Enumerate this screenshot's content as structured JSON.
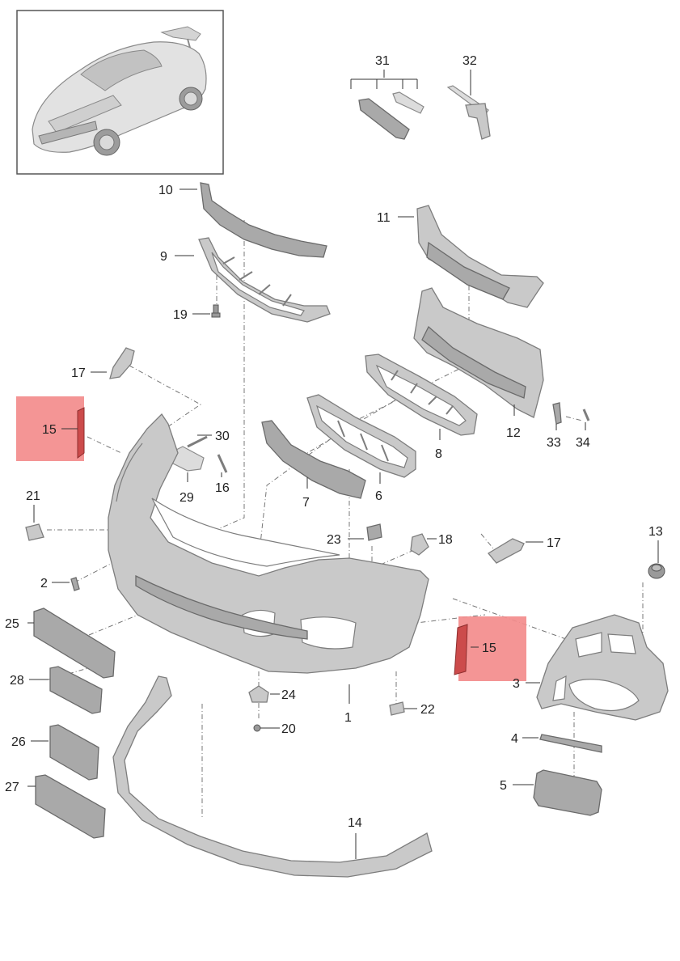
{
  "diagram": {
    "callouts": {
      "c1": "1",
      "c2": "2",
      "c3": "3",
      "c4": "4",
      "c5": "5",
      "c6": "6",
      "c7": "7",
      "c8": "8",
      "c9": "9",
      "c10": "10",
      "c11": "11",
      "c12": "12",
      "c13": "13",
      "c14": "14",
      "c15a": "15",
      "c15b": "15",
      "c16": "16",
      "c17a": "17",
      "c17b": "17",
      "c18": "18",
      "c19": "19",
      "c20": "20",
      "c21": "21",
      "c22": "22",
      "c23": "23",
      "c24": "24",
      "c25": "25",
      "c26": "26",
      "c27": "27",
      "c28": "28",
      "c29": "29",
      "c30": "30",
      "c31": "31",
      "c32": "32",
      "c33": "33",
      "c34": "34"
    },
    "colors": {
      "part_fill": "#c9c9c9",
      "part_stroke": "#7d7d7d",
      "highlight": "#f38c8c",
      "text": "#222222"
    }
  }
}
